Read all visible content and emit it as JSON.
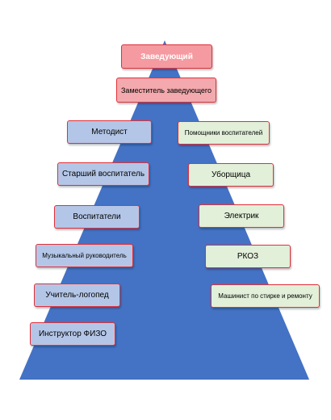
{
  "colors": {
    "pyramid": "#4472c4",
    "border": "#e0303a",
    "head_fill": "#f59aa0",
    "deputy_fill": "#f3a9ad",
    "left_fill": "#b4c6e7",
    "right_fill": "#e2efd9"
  },
  "diagram": {
    "head": "Заведующий",
    "deputy": "Заместитель заведующего",
    "left": [
      "Методист",
      "Старший воспитатель",
      "Воспитатели",
      "Музыкальный руководитель",
      "Учитель-логопед",
      "Инструктор ФИЗО"
    ],
    "right": [
      "Помощники воспитателей",
      "Уборщица",
      "Электрик",
      "РКОЗ",
      "Машинист по стирке и ремонту"
    ]
  }
}
